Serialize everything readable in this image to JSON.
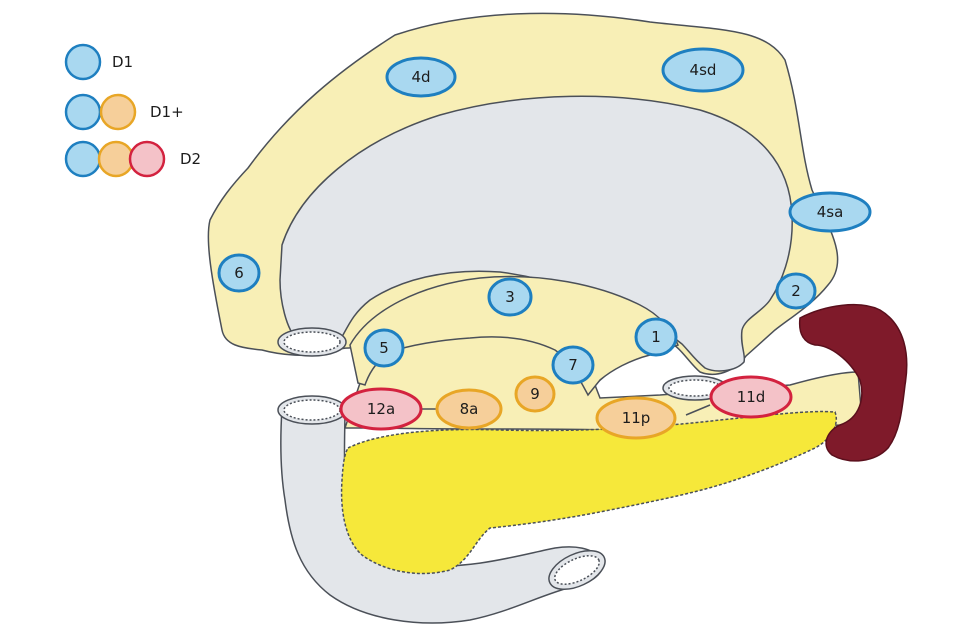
{
  "colors": {
    "blue_fill": "#a9d8f0",
    "blue_stroke": "#1e7fc0",
    "orange_fill": "#f6cf9a",
    "orange_stroke": "#e8a626",
    "red_fill": "#f4c2c8",
    "red_stroke": "#d3223f",
    "omentum": "#f8efb6",
    "stomach": "#e3e6ea",
    "pancreas": "#f6e83a",
    "spleen": "#7f1a2a",
    "outline": "#4b5058"
  },
  "legend": [
    {
      "label": "D1",
      "tiers": [
        "blue"
      ]
    },
    {
      "label": "D1+",
      "tiers": [
        "blue",
        "orange"
      ]
    },
    {
      "label": "D2",
      "tiers": [
        "blue",
        "orange",
        "red"
      ]
    }
  ],
  "stations": [
    {
      "id": "1",
      "tier": "blue"
    },
    {
      "id": "2",
      "tier": "blue"
    },
    {
      "id": "3",
      "tier": "blue"
    },
    {
      "id": "4d",
      "tier": "blue"
    },
    {
      "id": "4sd",
      "tier": "blue"
    },
    {
      "id": "4sa",
      "tier": "blue"
    },
    {
      "id": "5",
      "tier": "blue"
    },
    {
      "id": "6",
      "tier": "blue"
    },
    {
      "id": "7",
      "tier": "blue"
    },
    {
      "id": "8a",
      "tier": "orange"
    },
    {
      "id": "9",
      "tier": "orange"
    },
    {
      "id": "11p",
      "tier": "orange"
    },
    {
      "id": "11d",
      "tier": "red"
    },
    {
      "id": "12a",
      "tier": "red"
    }
  ]
}
